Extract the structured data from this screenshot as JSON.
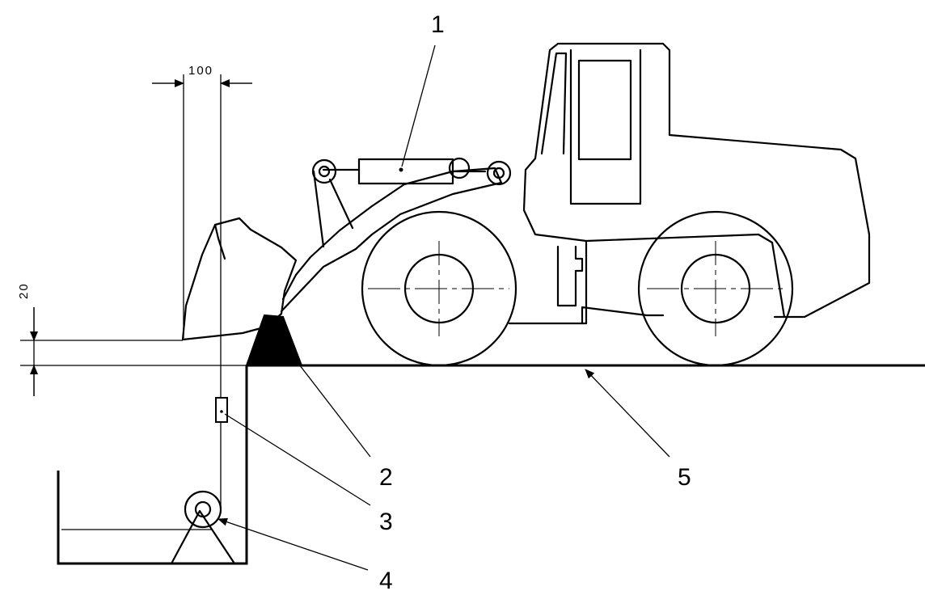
{
  "callouts": {
    "c1": "1",
    "c2": "2",
    "c3": "3",
    "c4": "4",
    "c5": "5"
  },
  "dimensions": {
    "horizontal": "100",
    "vertical": "20"
  },
  "colors": {
    "stroke": "#000000",
    "background": "#ffffff"
  }
}
